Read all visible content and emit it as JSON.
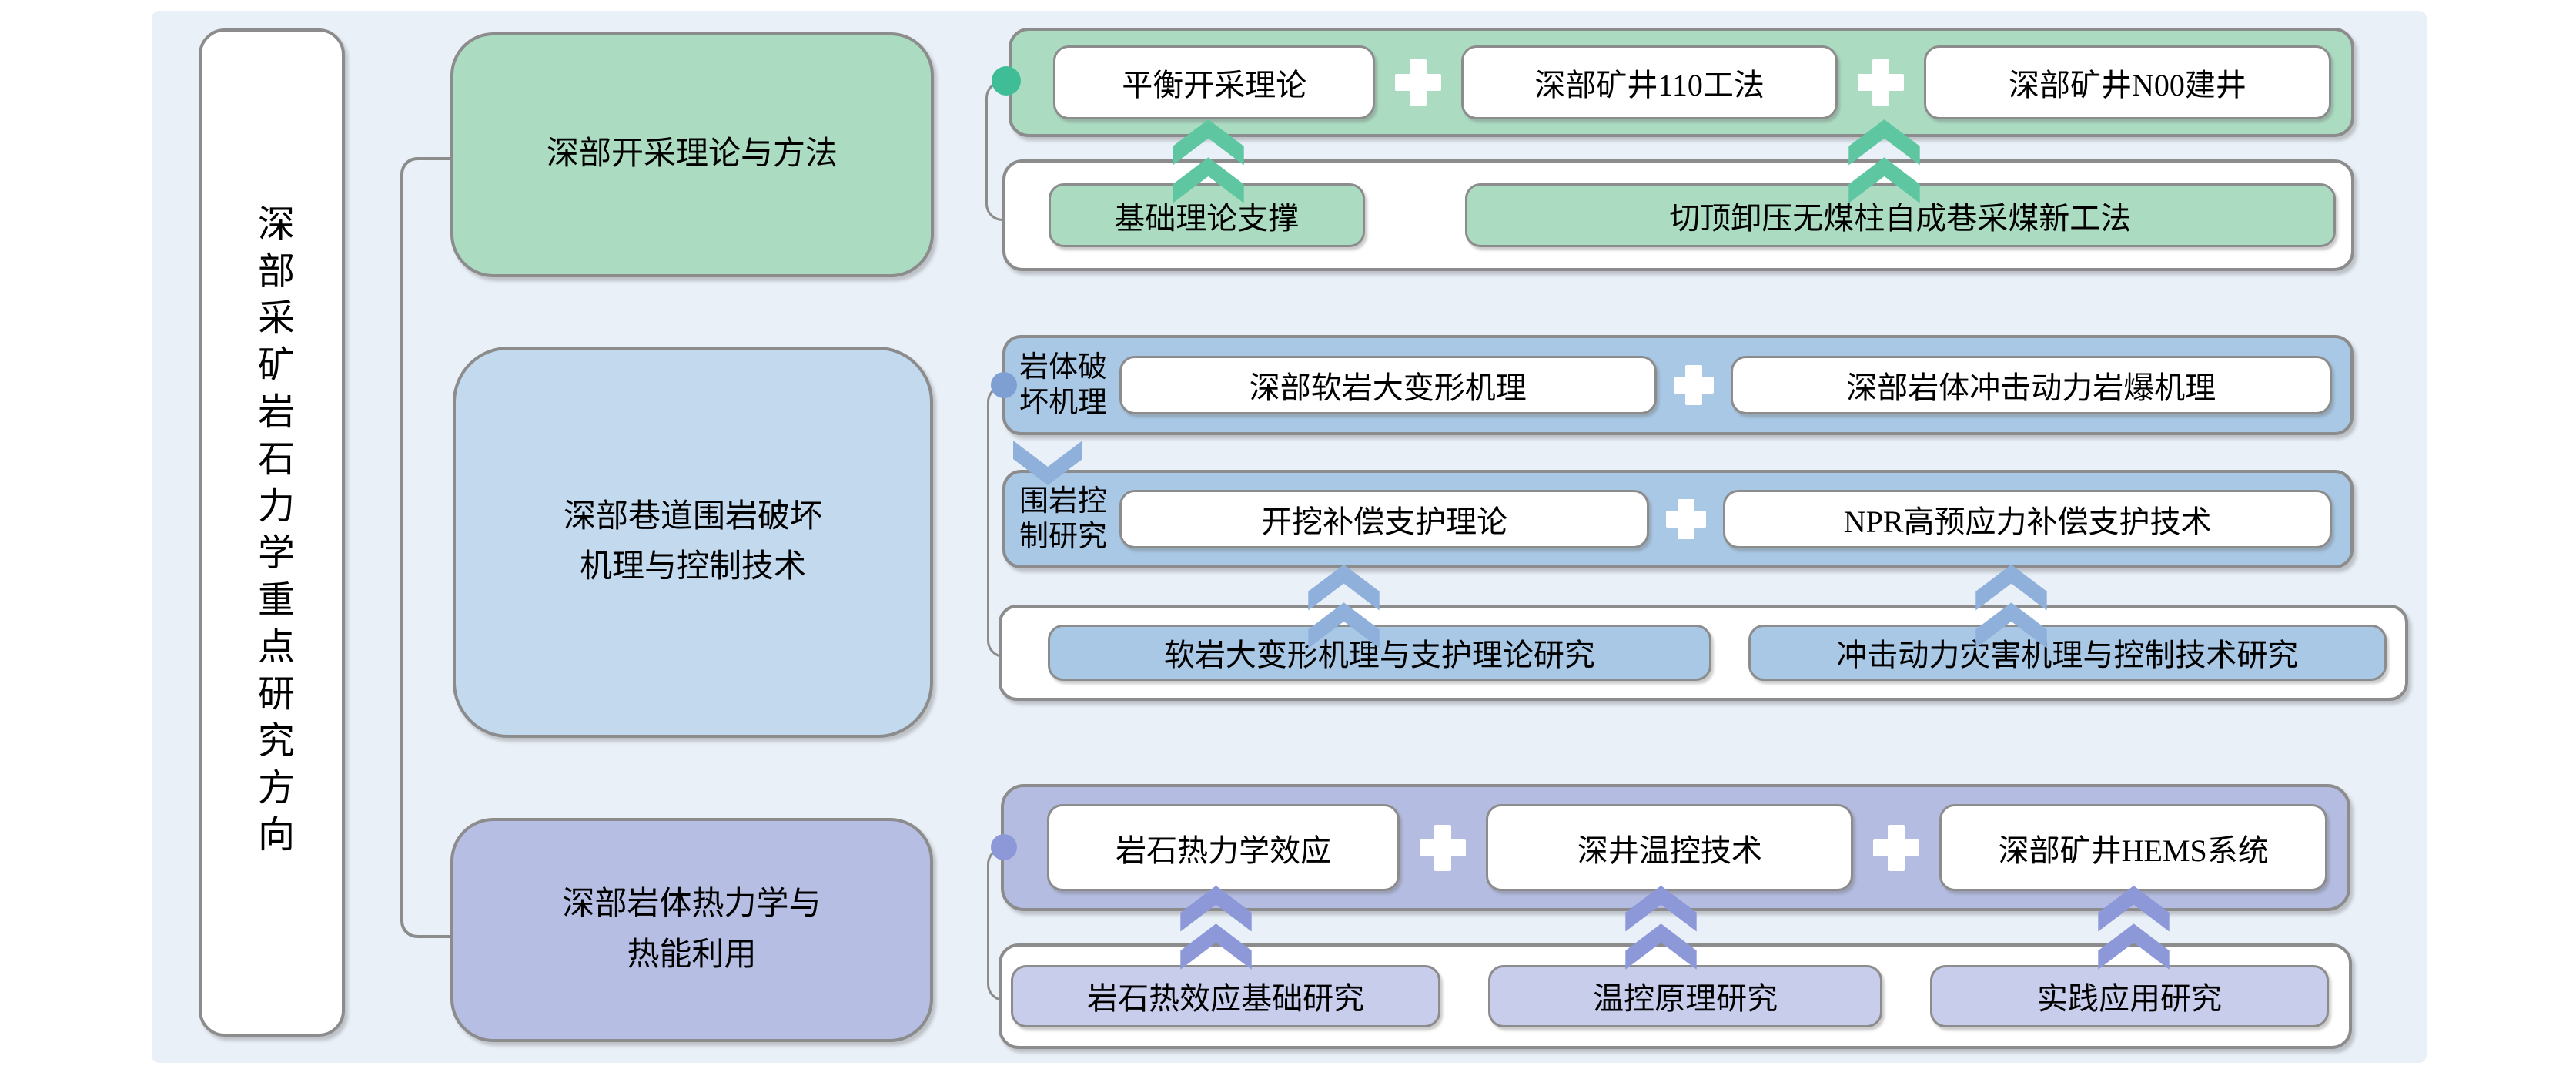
{
  "root": {
    "label": "深部采矿岩石力学重点研究方向"
  },
  "colors": {
    "panel_background": "#e9f0f8",
    "border_gray": "#8c8c8c",
    "green_fill": "#abdcc2",
    "green_accent": "#5ec7a1",
    "green_dot": "#3fbd96",
    "blue_container": "#a9c8e5",
    "blue_branch": "#c3d9ee",
    "blue_accent": "#8fb0da",
    "blue_dot": "#7d9fd2",
    "purple_container": "#b4bce1",
    "purple_branch": "#b6bfe3",
    "purple_box": "#c7cdea",
    "purple_accent": "#8d98d9"
  },
  "sections": [
    {
      "id": "deep-mining-theory",
      "title": "深部开采理论与方法",
      "theory_row": {
        "items": [
          "平衡开采理论",
          "深部矿井110工法",
          "深部矿井N00建井"
        ]
      },
      "support_row": {
        "items": [
          "基础理论支撑",
          "切顶卸压无煤柱自成巷采煤新工法"
        ]
      }
    },
    {
      "id": "roadway-surrounding-rock",
      "title_line1": "深部巷道围岩破坏",
      "title_line2": "机理与控制技术",
      "row_mechanism": {
        "label_line1": "岩体破",
        "label_line2": "坏机理",
        "items": [
          "深部软岩大变形机理",
          "深部岩体冲击动力岩爆机理"
        ]
      },
      "row_control": {
        "label_line1": "围岩控",
        "label_line2": "制研究",
        "items": [
          "开挖补偿支护理论",
          "NPR高预应力补偿支护技术"
        ]
      },
      "row_research": {
        "items": [
          "软岩大变形机理与支护理论研究",
          "冲击动力灾害机理与控制技术研究"
        ]
      }
    },
    {
      "id": "rock-thermodynamics",
      "title_line1": "深部岩体热力学与",
      "title_line2": "热能利用",
      "theory_row": {
        "items": [
          "岩石热力学效应",
          "深井温控技术",
          "深部矿井HEMS系统"
        ]
      },
      "research_row": {
        "items": [
          "岩石热效应基础研究",
          "温控原理研究",
          "实践应用研究"
        ]
      }
    }
  ]
}
